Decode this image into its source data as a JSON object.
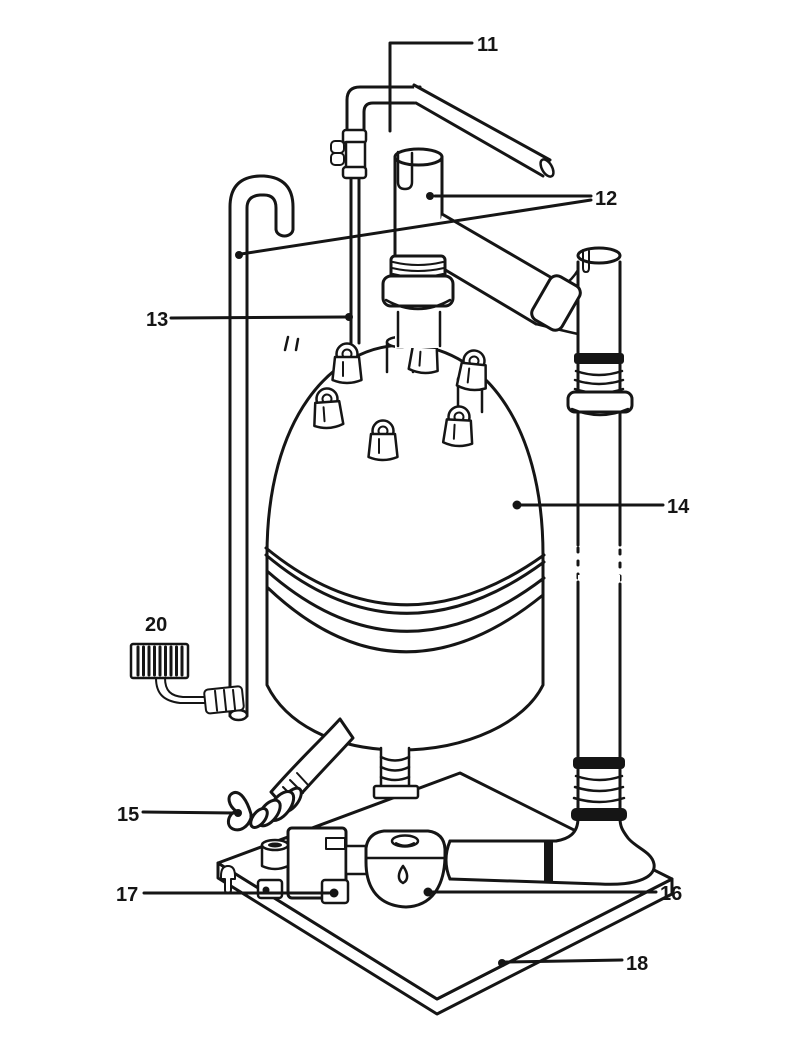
{
  "diagram": {
    "background_color": "#ffffff",
    "line_color": "#151515",
    "callouts": [
      {
        "label": "11"
      },
      {
        "label": "12"
      },
      {
        "label": "13"
      },
      {
        "label": "14"
      },
      {
        "label": "15"
      },
      {
        "label": "16"
      },
      {
        "label": "17"
      },
      {
        "label": "18"
      },
      {
        "label": "20"
      }
    ]
  }
}
